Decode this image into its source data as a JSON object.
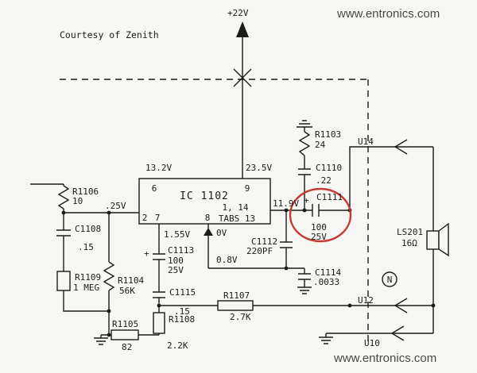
{
  "page": {
    "courtesy": "Courtesy of Zenith",
    "watermark_top": "www.entronics.com",
    "watermark_bottom": "www.entronics.com",
    "watermark_color": "#7fcda4",
    "highlight_color": "#c53a32"
  },
  "power": {
    "supply_label": "+22V"
  },
  "ic": {
    "name": "IC 1102",
    "pin6": "6",
    "pin9": "9",
    "pin2": "2",
    "pin7": "7",
    "pin8": "8",
    "pins_1_14": "1, 14",
    "tabs": "TABS 13"
  },
  "voltages": {
    "pin6": "13.2V",
    "pin9": "23.5V",
    "pin2": ".25V",
    "pin7": "1.55V",
    "pin8": "0V",
    "feedback_rail": "0.8V",
    "output": "11.9V"
  },
  "components": {
    "r1106": {
      "ref": "R1106",
      "value": "10"
    },
    "c1108": {
      "ref": "C1108",
      "value": ".15"
    },
    "r1109": {
      "ref": "R1109",
      "value": "1 MEG"
    },
    "r1104": {
      "ref": "R1104",
      "value": "56K"
    },
    "c1113": {
      "ref": "C1113",
      "value": "100",
      "rating": "25V",
      "polarity": "+"
    },
    "c1115": {
      "ref": "C1115",
      "value": ".15"
    },
    "r1105": {
      "ref": "R1105",
      "value": "82"
    },
    "r1108": {
      "ref": "R1108",
      "value": "2.2K"
    },
    "r1107": {
      "ref": "R1107",
      "value": "2.7K"
    },
    "r1103": {
      "ref": "R1103",
      "value": "24"
    },
    "c1110": {
      "ref": "C1110",
      "value": ".22"
    },
    "c1111": {
      "ref": "C1111",
      "value": "100",
      "rating": "25V",
      "polarity": "+"
    },
    "c1112": {
      "ref": "C1112",
      "value": "220PF"
    },
    "c1114": {
      "ref": "C1114",
      "value": ".0033"
    },
    "ls201": {
      "ref": "LS201",
      "value": "16Ω"
    }
  },
  "connectors": {
    "u14": "U14",
    "u12": "U12",
    "u10": "U10",
    "neutral": "N"
  }
}
